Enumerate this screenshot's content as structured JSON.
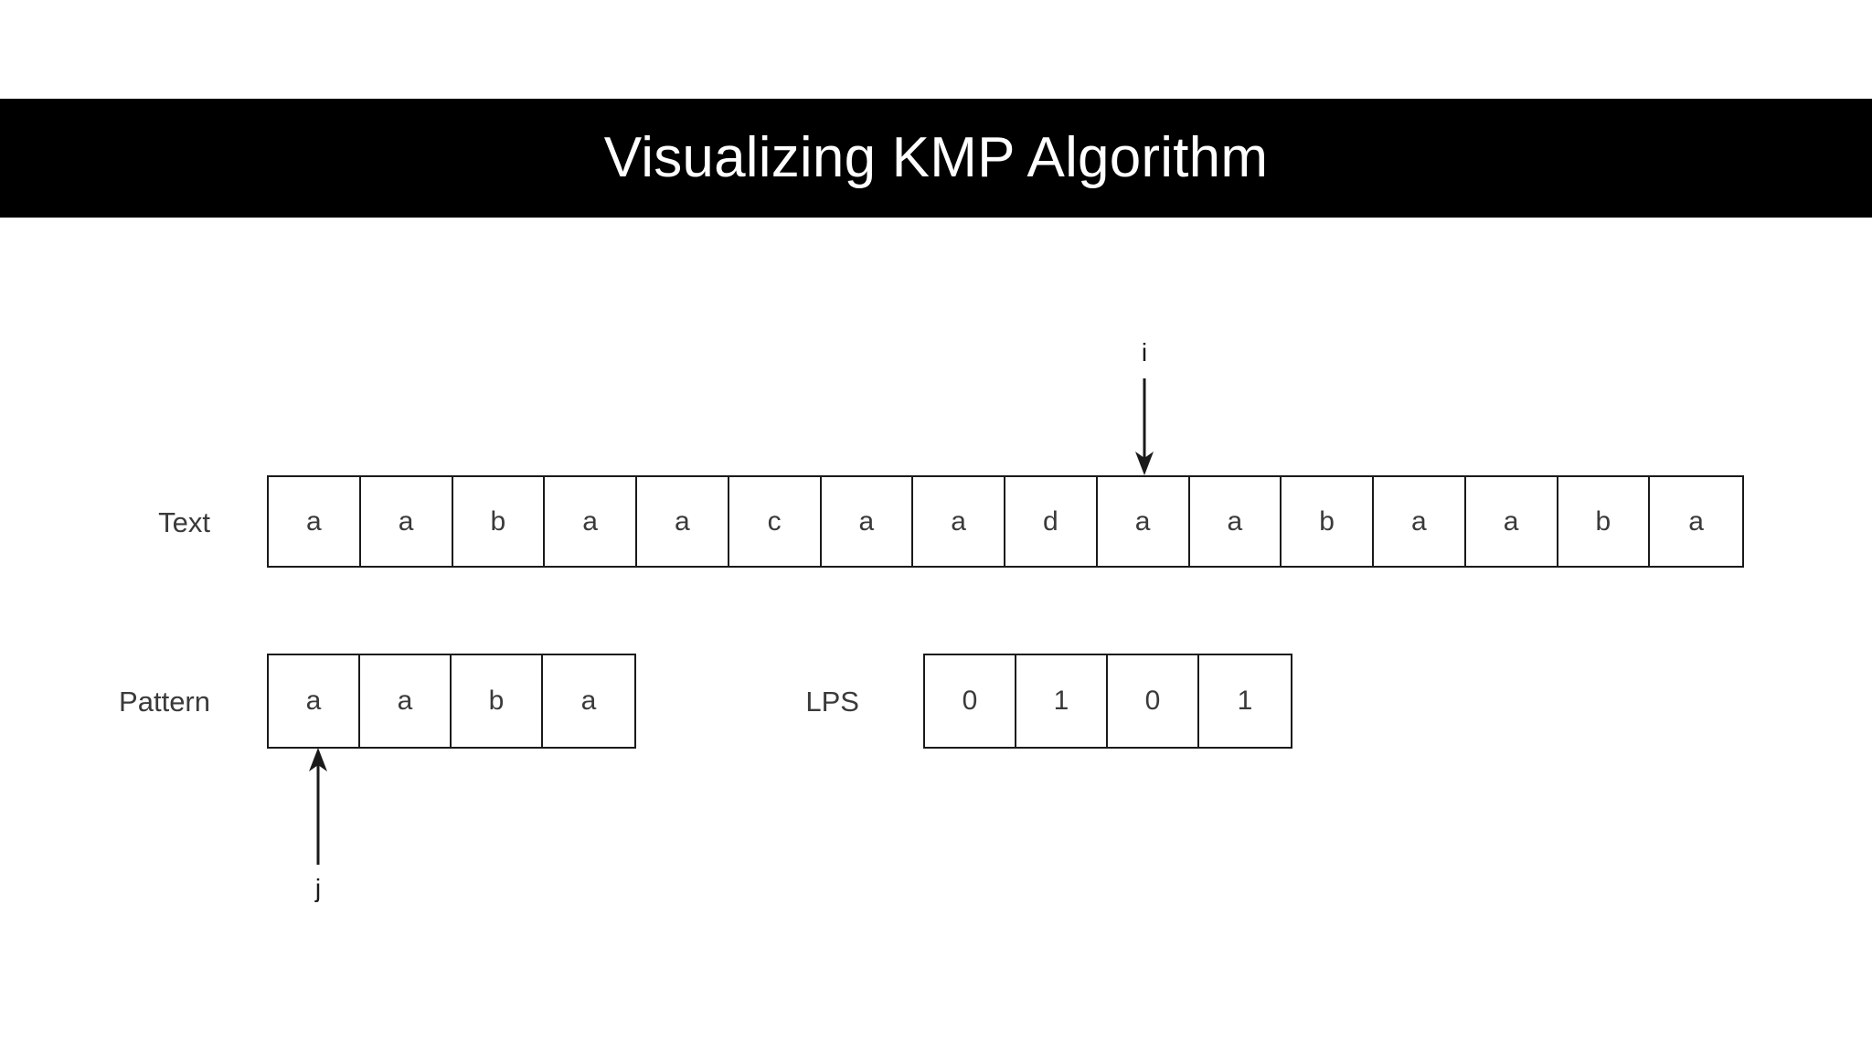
{
  "slide": {
    "title": "Visualizing KMP Algorithm",
    "background_color": "#ffffff",
    "banner_color": "#000000",
    "banner_text_color": "#ffffff",
    "stroke_color": "#1a1a1a",
    "cell_text_color": "#3a3a3a"
  },
  "text_row": {
    "label": "Text",
    "cells": [
      "a",
      "a",
      "b",
      "a",
      "a",
      "c",
      "a",
      "a",
      "d",
      "a",
      "a",
      "b",
      "a",
      "a",
      "b",
      "a"
    ]
  },
  "pattern_row": {
    "label": "Pattern",
    "cells": [
      "a",
      "a",
      "b",
      "a"
    ]
  },
  "lps_row": {
    "label": "LPS",
    "cells": [
      "0",
      "1",
      "0",
      "1"
    ]
  },
  "pointers": {
    "i": {
      "label": "i",
      "target_row": "text",
      "target_index": 9,
      "direction": "down"
    },
    "j": {
      "label": "j",
      "target_row": "pattern",
      "target_index": 0,
      "direction": "up"
    }
  }
}
